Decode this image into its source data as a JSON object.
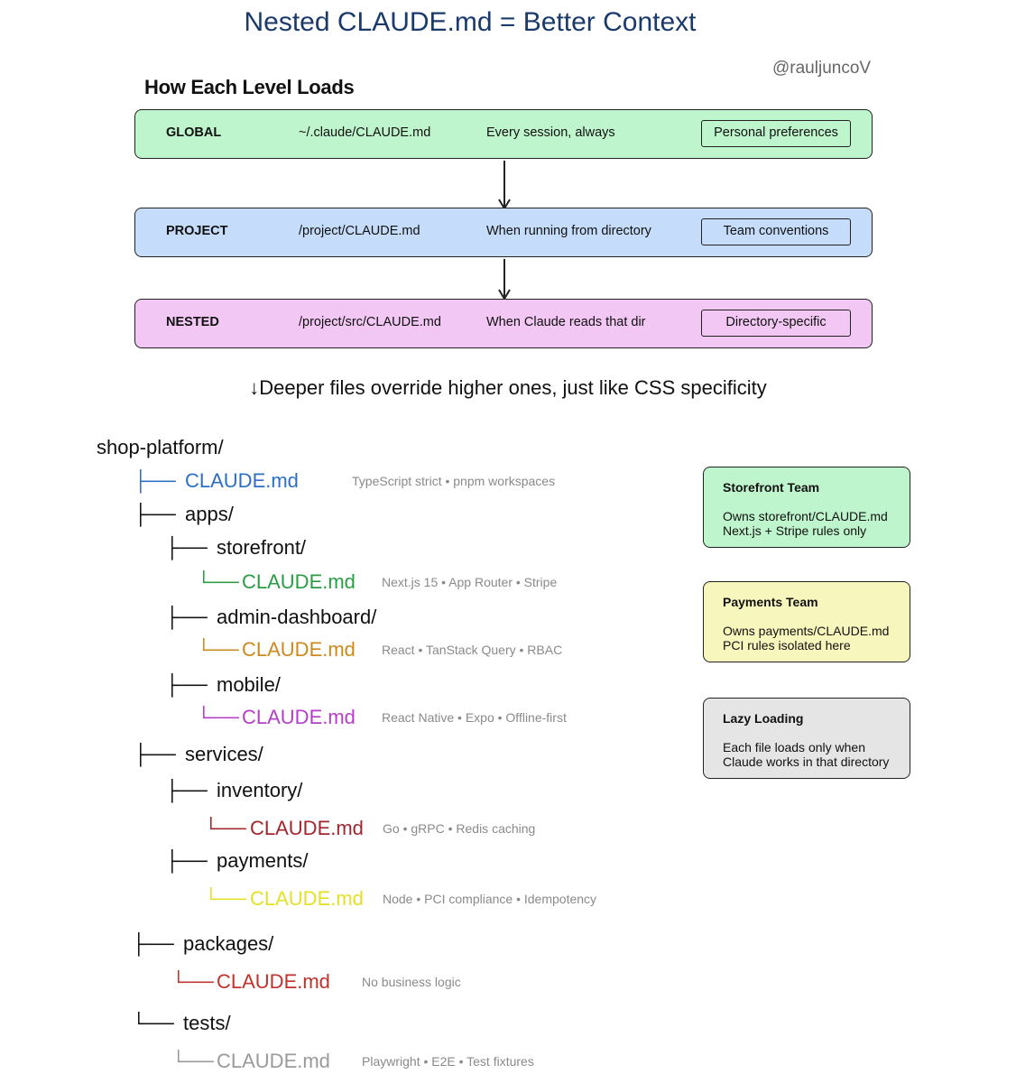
{
  "title": "Nested CLAUDE.md = Better Context",
  "handle": "@rauljuncoV",
  "section_heading": "How Each Level Loads",
  "levels": [
    {
      "name": "GLOBAL",
      "path": "~/.claude/CLAUDE.md",
      "when": "Every session, always",
      "tag": "Personal preferences",
      "color": "#bff5cd"
    },
    {
      "name": "PROJECT",
      "path": "/project/CLAUDE.md",
      "when": "When running from directory",
      "tag": "Team conventions",
      "color": "#c5dcfa"
    },
    {
      "name": "NESTED",
      "path": "/project/src/CLAUDE.md",
      "when": "When Claude reads that dir",
      "tag": "Directory-specific",
      "color": "#f2c7f3"
    }
  ],
  "cascade_note": "↓Deeper files override higher ones, just like CSS specificity",
  "tree": {
    "root": "shop-platform/",
    "branch_connector": "├──",
    "last_connector": "└──",
    "file_connector": "└──",
    "file_name": "CLAUDE.md",
    "apps": "apps/",
    "storefront": "storefront/",
    "admin_dashboard": "admin-dashboard/",
    "mobile": "mobile/",
    "services": "services/",
    "inventory": "inventory/",
    "payments": "payments/",
    "packages": "packages/",
    "tests": "tests/",
    "files": {
      "root": {
        "note": "TypeScript strict • pnpm workspaces",
        "color": "#2e6fc4"
      },
      "storefront": {
        "note": "Next.js 15 • App Router • Stripe",
        "color": "#2a9d45"
      },
      "admin_dashboard": {
        "note": "React • TanStack Query • RBAC",
        "color": "#cc8a1e"
      },
      "mobile": {
        "note": "React Native • Expo • Offline-first",
        "color": "#b53ec8"
      },
      "inventory": {
        "note": "Go • gRPC • Redis caching",
        "color": "#a3262e"
      },
      "payments": {
        "note": "Node • PCI compliance • Idempotency",
        "color": "#e3e028"
      },
      "packages": {
        "note": "No business logic",
        "color": "#c0322b"
      },
      "tests": {
        "note": "Playwright • E2E • Test fixtures",
        "color": "#9a9a9a"
      }
    }
  },
  "cards": [
    {
      "title": "Storefront Team",
      "line1": "Owns storefront/CLAUDE.md",
      "line2": "Next.js + Stripe rules only",
      "color": "#bff5cd"
    },
    {
      "title": "Payments Team",
      "line1": "Owns payments/CLAUDE.md",
      "line2": "PCI rules isolated here",
      "color": "#f7f6bd"
    },
    {
      "title": "Lazy Loading",
      "line1": "Each file loads only when",
      "line2": "Claude works in that directory",
      "color": "#e5e5e5"
    }
  ]
}
